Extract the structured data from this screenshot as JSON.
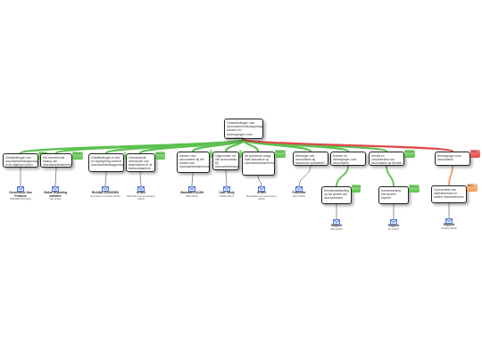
{
  "root": {
    "text": "Ontwikkelingen van duurzaamheidsrapportage: kansen en bedreigingen voor accountants"
  },
  "nodes": [
    {
      "text": "Ontwikkelingen van duurzaamheidsrapportage in de afgelopen jaren",
      "tag": "Motivatie"
    },
    {
      "text": "Het toenemende belang van duurzaamheidsinformatie voor stakeholders",
      "tag": "Motivatie"
    },
    {
      "text": "Ontwikkelingen in wet- en regelgeving omtrent duurzaamheidsrapportage",
      "tag": "Motivatie"
    },
    {
      "text": "Onvoldoende vertrouwen van stakeholders in de betrouwbaarheid van duurzaamheidsinformatie",
      "tag": "Motivatie"
    },
    {
      "text": "Kansen voor accountants bij het toetsen van duurzaamheidsinformatie",
      "tag": "Motivatie"
    },
    {
      "text": "Opgenomen rol van accountants bij duurzaamheidsrapportage",
      "tag": "Motivatie"
    },
    {
      "text": "De groeiende vraag naar assurance op duurzaamheidsinformatie",
      "tag": "Motivatie"
    },
    {
      "text": "Werkwijze van accountants bij assurance-opdrachten",
      "tag": "Motivatie"
    },
    {
      "text": "Kansen en bedreigingen voor accountants",
      "tag": "Motivatie"
    },
    {
      "text": "Kennis en competenties van accountants op dit vlak",
      "tag": "Motivatie"
    },
    {
      "text": "Bedreigingen voor accountants",
      "tag": "Risico"
    }
  ],
  "subnodes": [
    {
      "text": "Kennisontwikkeling op het gebied van duurzaamheid",
      "tag": "Motivatie"
    },
    {
      "text": "Samenwerking met andere experts",
      "tag": "Motivatie"
    },
    {
      "text": "Concurrentie van adviesbureaus en andere dienstverleners",
      "tag": "Risico"
    }
  ],
  "sources": [
    {
      "title": "Greenhouse Gas Protocol",
      "sub": "WRI/WBCSD (2004)"
    },
    {
      "title": "Global Reporting Initiative",
      "sub": "GRI (2016)"
    },
    {
      "title": "Richtlijn 2014/95/EU",
      "sub": "Europese Commissie (2014)"
    },
    {
      "title": "Artikel",
      "sub": "Tijdschrift voor Accountancy (2019)"
    },
    {
      "title": "Standaard 3410N",
      "sub": "NBA (2014)"
    },
    {
      "title": "Case Study",
      "sub": "KPMG (2017)"
    },
    {
      "title": "Artikel",
      "sub": "Maandblad voor Accountancy (2018)"
    },
    {
      "title": "Publicatie",
      "sub": "IFAC (2015)"
    },
    {
      "title": "Rapport",
      "sub": "NBA (2018)"
    },
    {
      "title": "Rapport",
      "sub": "EY (2016)"
    },
    {
      "title": "Rapport",
      "sub": "Deloitte (2019)"
    }
  ],
  "colors": {
    "green": "#5cc14f",
    "red": "#e04848",
    "orange": "#f29a5a",
    "blue": "#2b5cd0",
    "edge": "#222222"
  }
}
